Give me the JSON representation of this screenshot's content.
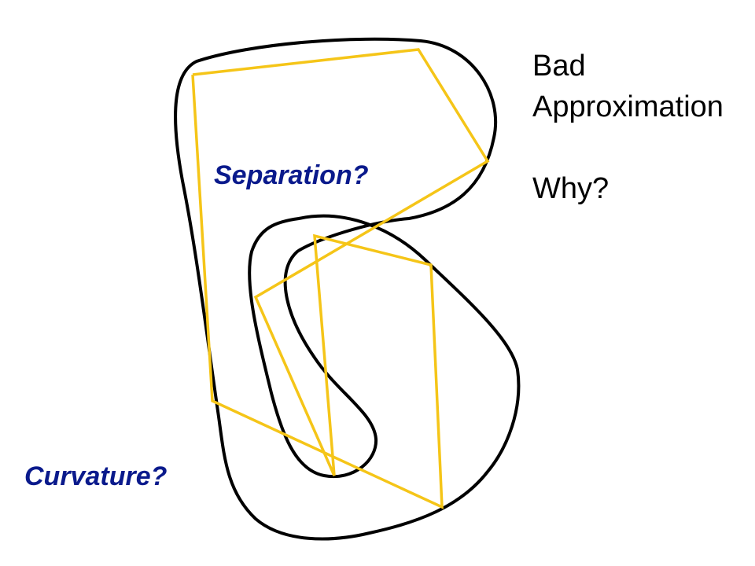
{
  "notes": {
    "line1": "Bad",
    "line2": "Approximation",
    "line3": "Why?"
  },
  "labels": {
    "separation": "Separation?",
    "curvature": "Curvature?"
  },
  "colors": {
    "curve": "#000000",
    "polygon": "#f5c518",
    "label_text": "#0a1a8c",
    "note_text": "#000000"
  }
}
